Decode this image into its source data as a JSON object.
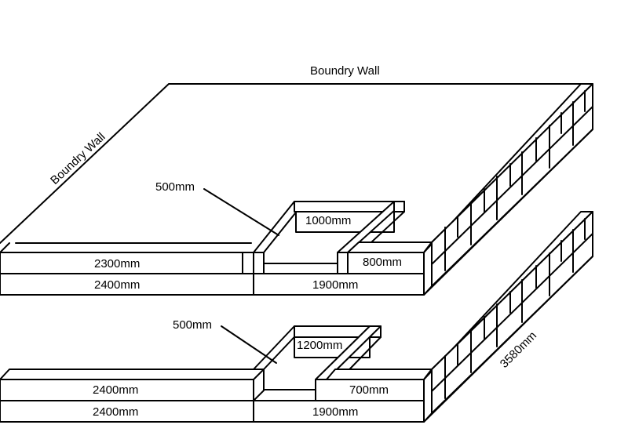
{
  "labels": {
    "top_wall": "Boundry  Wall",
    "side_wall": "Boundry  Wall",
    "upper_pit_width": "500mm",
    "upper_pit_length": "1000mm",
    "upper_row1_left": "2300mm",
    "upper_row2_left": "2400mm",
    "upper_row1_right": "800mm",
    "upper_row2_right": "1900mm",
    "lower_pit_width": "500mm",
    "lower_pit_length": "1200mm",
    "lower_row1_left": "2400mm",
    "lower_row2_left": "2400mm",
    "lower_row1_right": "700mm",
    "lower_row2_right": "1900mm",
    "lower_side_length": "3580mm"
  }
}
